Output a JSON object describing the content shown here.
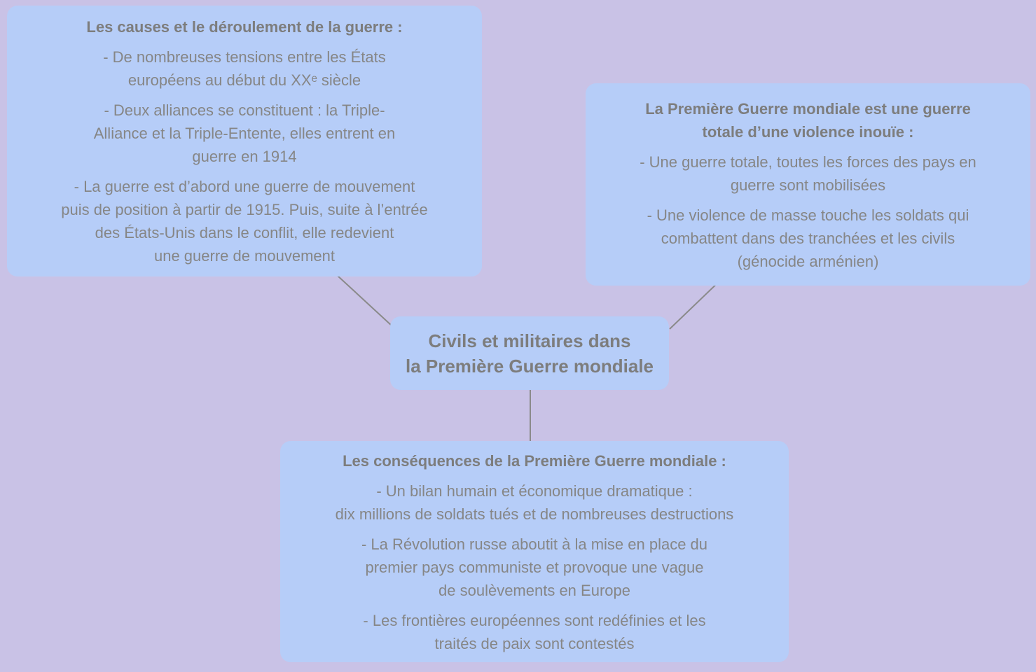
{
  "palette": {
    "background": "#C9C2E6",
    "node_fill": "#B6CDF8",
    "text_color": "#868686",
    "title_color": "#7D7D7D",
    "connector_color": "#8A8A8A"
  },
  "diagram": {
    "center_node": {
      "label": "Civils et militaires dans\nla Première Guerre mondiale"
    },
    "nodes": {
      "causes": {
        "title": "Les causes et le déroulement de la guerre :",
        "items": [
          "- De nombreuses tensions entre les États\neuropéens au début du XXᵉ siècle",
          "- Deux alliances se constituent : la Triple-\nAlliance et la Triple-Entente, elles entrent en\nguerre en 1914",
          "- La guerre est d’abord une guerre de mouvement\npuis de position à partir de 1915. Puis, suite à l’entrée\ndes États-Unis dans le conflit, elle redevient\nune guerre de mouvement"
        ]
      },
      "total_war": {
        "title": "La Première Guerre mondiale est une guerre\ntotale d’une violence inouïe :",
        "items": [
          "- Une guerre totale, toutes les forces des pays en\nguerre sont mobilisées",
          "- Une violence de masse touche les soldats qui\ncombattent dans des tranchées et les civils\n(génocide arménien)"
        ]
      },
      "consequences": {
        "title": "Les conséquences de la Première Guerre mondiale :",
        "items": [
          "- Un bilan humain et économique dramatique :\ndix millions de soldats tués et de nombreuses destructions",
          "- La Révolution russe aboutit à la mise en place du\npremier pays communiste et provoque une vague\nde soulèvements en Europe",
          "- Les frontières européennes sont redéfinies et les\ntraités de paix sont contestés"
        ]
      }
    }
  }
}
